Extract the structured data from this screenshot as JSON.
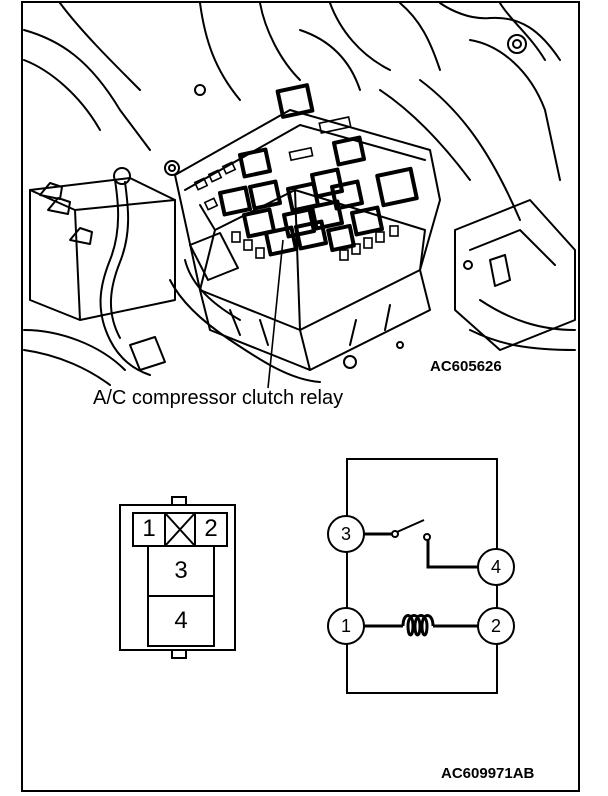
{
  "figure_top": {
    "code": "AC605626",
    "callout": "A/C compressor clutch relay"
  },
  "connector_view": {
    "cells": [
      "1",
      "2",
      "3",
      "4"
    ]
  },
  "relay_schematic": {
    "terminals": [
      "3",
      "4",
      "1",
      "2"
    ]
  },
  "figure_code": "AC609971AB",
  "colors": {
    "ink": "#000000",
    "paper": "#ffffff"
  }
}
